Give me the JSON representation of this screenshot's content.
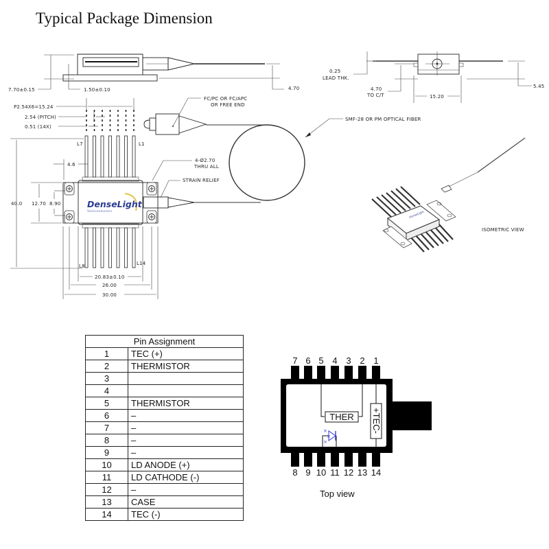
{
  "title": "Typical Package Dimension",
  "side_view": {
    "dim_height": "7.70±0.15",
    "dim_flange": "1.50±0.10",
    "dim_fiber_height": "4.70"
  },
  "end_view": {
    "lead_thickness": "0.25",
    "lead_thickness_label": "LEAD THK.",
    "to_ct": "4.70",
    "to_ct_label": "TO C/T",
    "width": "15.20",
    "height": "5.45"
  },
  "top_view": {
    "pitch_total": "P2.54X6=15.24",
    "pitch": "2.54 (PITCH)",
    "pin_width": "0.51 (14X)",
    "pin_L7": "L7",
    "pin_L1": "L1",
    "pin_L8": "L8",
    "pin_L14": "L14",
    "dim_46": "4.6",
    "holes": "4-Ø2.70",
    "holes_sub": "THRU ALL",
    "strain_relief": "STRAIN RELIEF",
    "dim_total_height": "40.0",
    "dim_1270": "12.70",
    "dim_890": "8.90",
    "dim_2083": "20.83±0.10",
    "dim_2600": "26.00",
    "dim_3000": "30.00",
    "logo_main": "DenseLight",
    "logo_sub": "Semiconductors",
    "connector_label_1": "FC/PC OR FC/APC",
    "connector_label_2": "OR FREE END",
    "fiber_label": "SMF-28 OR PM OPTICAL FIBER",
    "iso_label": "ISOMETRIC VIEW"
  },
  "pin_table": {
    "header": "Pin Assignment",
    "rows": [
      {
        "pin": "1",
        "function": "TEC (+)"
      },
      {
        "pin": "2",
        "function": "THERMISTOR"
      },
      {
        "pin": "3",
        "function": ""
      },
      {
        "pin": "4",
        "function": ""
      },
      {
        "pin": "5",
        "function": "THERMISTOR"
      },
      {
        "pin": "6",
        "function": "–"
      },
      {
        "pin": "7",
        "function": "–"
      },
      {
        "pin": "8",
        "function": "–"
      },
      {
        "pin": "9",
        "function": "–"
      },
      {
        "pin": "10",
        "function": "LD ANODE (+)"
      },
      {
        "pin": "11",
        "function": "LD CATHODE (-)"
      },
      {
        "pin": "12",
        "function": "–"
      },
      {
        "pin": "13",
        "function": "CASE"
      },
      {
        "pin": "14",
        "function": "TEC (-)"
      }
    ]
  },
  "schematic": {
    "top_pins": [
      "7",
      "6",
      "5",
      "4",
      "3",
      "2",
      "1"
    ],
    "bottom_pins": [
      "8",
      "9",
      "10",
      "11",
      "12",
      "13",
      "14"
    ],
    "thermistor_label": "THER",
    "tec_label": "+TEC-",
    "caption": "Top view",
    "colors": {
      "body": "#000000",
      "laser_symbol": "#3a3ad0"
    }
  }
}
